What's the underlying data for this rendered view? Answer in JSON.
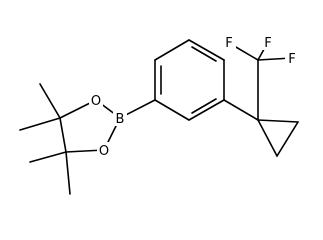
{
  "molecule": {
    "atom_labels": {
      "boron": "B",
      "oxygen_upper": "O",
      "oxygen_lower": "O",
      "fluorine_left": "F",
      "fluorine_right": "F",
      "fluorine_bottom": "F"
    },
    "colors": {
      "bond": "#000000",
      "label": "#000000",
      "background": "#ffffff"
    }
  }
}
